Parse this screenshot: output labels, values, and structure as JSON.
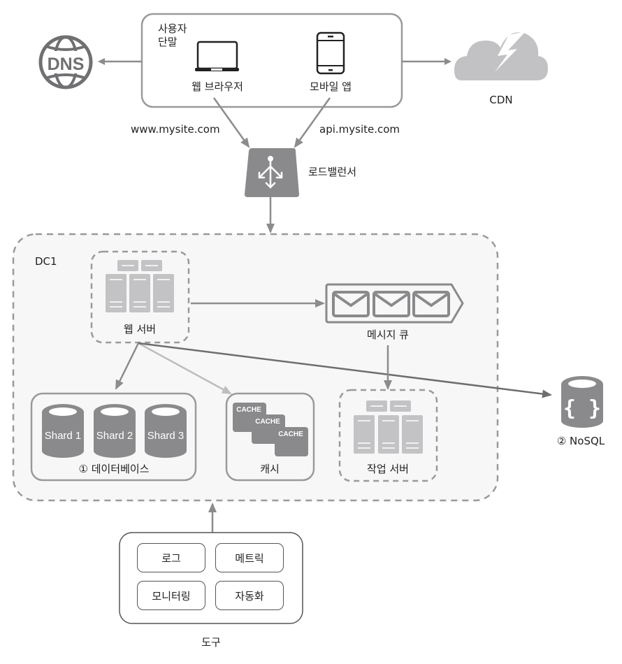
{
  "client": {
    "group_label": "사용자\n단말",
    "group_label_line1": "사용자",
    "group_label_line2": "단말",
    "web_browser": "웹 브라우저",
    "mobile_app": "모바일 앱"
  },
  "dns": {
    "text": "DNS"
  },
  "cdn": {
    "label": "CDN"
  },
  "domains": {
    "web": "www.mysite.com",
    "api": "api.mysite.com"
  },
  "load_balancer": {
    "label": "로드밸런서"
  },
  "datacenter": {
    "label": "DC1",
    "web_server": "웹 서버",
    "message_queue": "메시지 큐",
    "database": {
      "label": "① 데이터베이스",
      "shards": [
        "Shard 1",
        "Shard 2",
        "Shard 3"
      ]
    },
    "cache": {
      "label": "캐시",
      "items": [
        "CACHE",
        "CACHE",
        "CACHE"
      ]
    },
    "worker": "작업 서버"
  },
  "nosql": {
    "label": "② NoSQL",
    "glyph": "{ }"
  },
  "tools": {
    "label": "도구",
    "items": [
      "로그",
      "메트릭",
      "모니터링",
      "자동화"
    ]
  },
  "colors": {
    "icon_dark": "#8a8a8c",
    "icon_light": "#c3c3c5",
    "border": "#9a9a9a",
    "dc_bg": "#f7f7f7",
    "arrow": "#8c8c8e",
    "arrow_light": "#bdbdbd",
    "arrow_dark": "#6e6e70"
  }
}
